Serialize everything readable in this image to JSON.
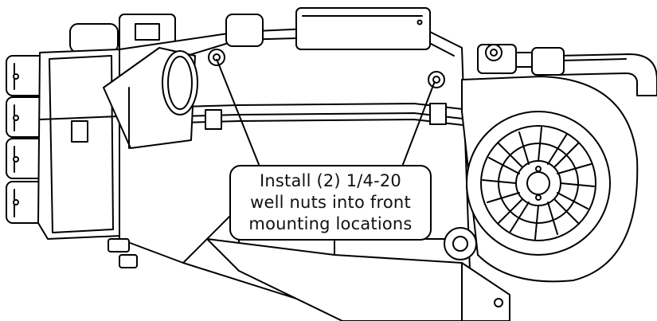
{
  "callout": {
    "lines": [
      "Install (2) 1/4-20",
      "well nuts into front",
      "mounting locations"
    ]
  },
  "colors": {
    "line": "#000000",
    "background": "#ffffff"
  }
}
